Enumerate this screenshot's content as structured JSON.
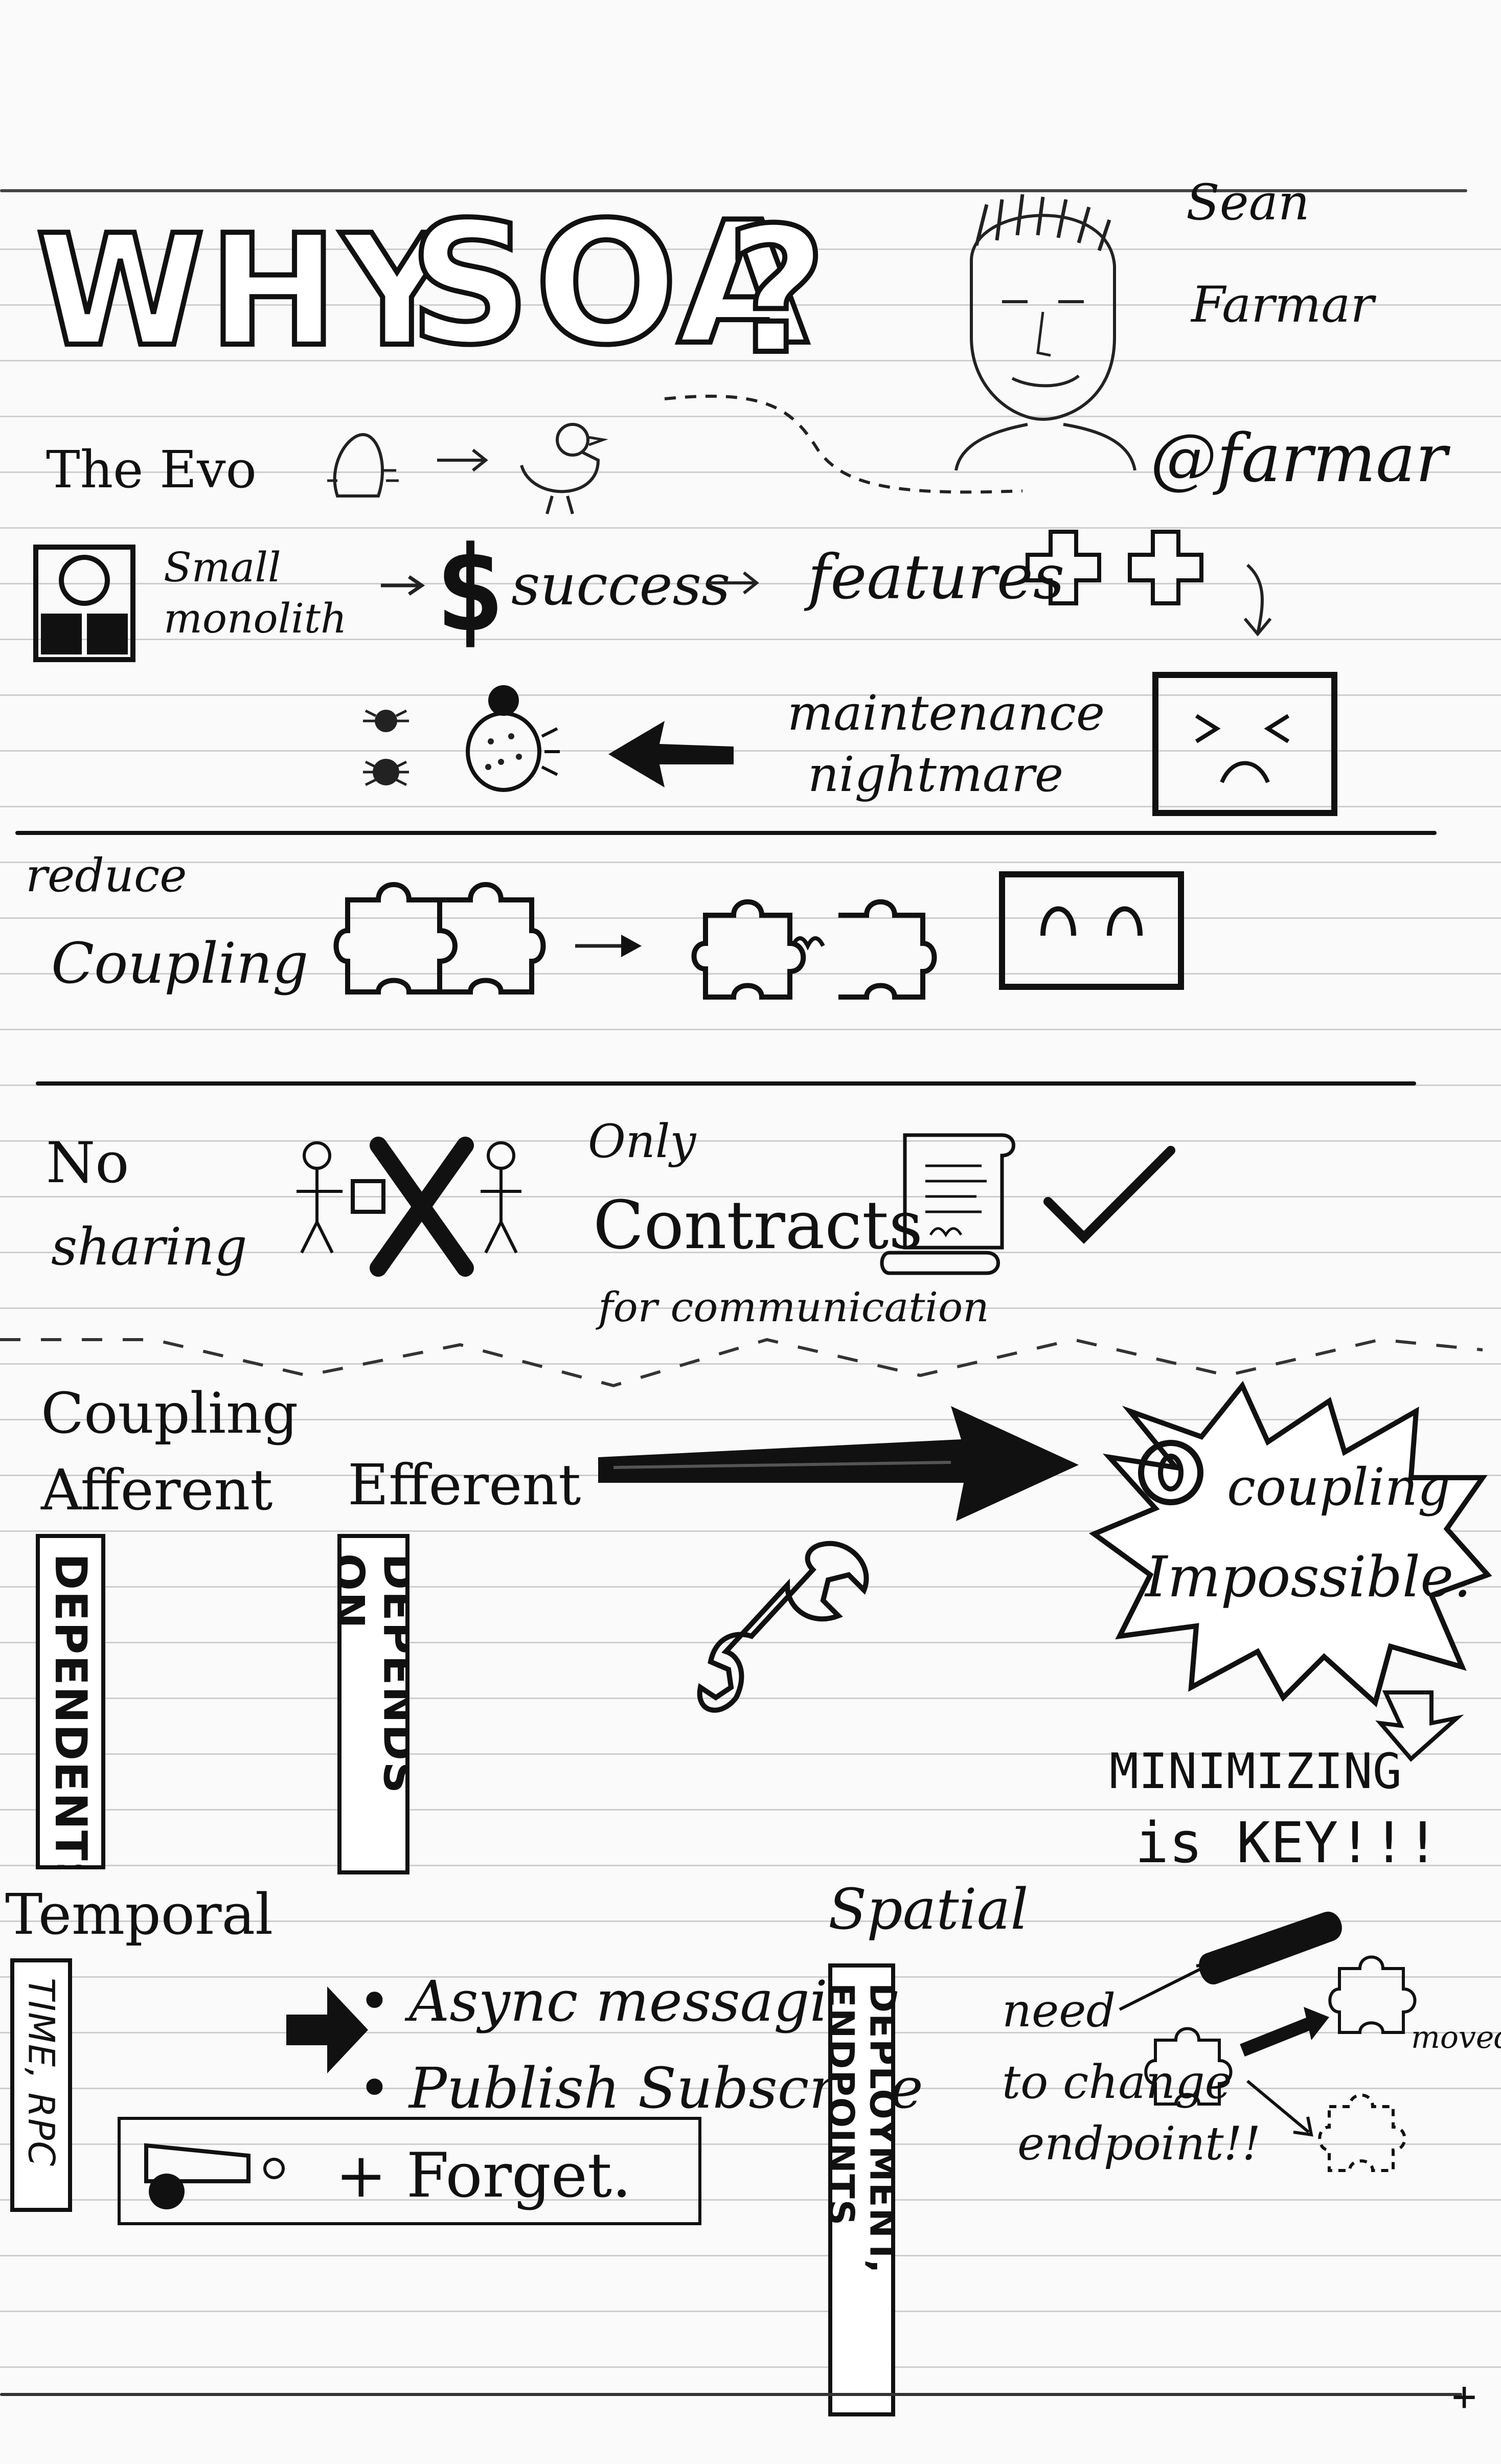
{
  "title": {
    "word1": "WHY",
    "word2": "SOA",
    "mark": "?"
  },
  "author": {
    "first": "Sean",
    "last": "Farmar",
    "handle": "@farmar"
  },
  "evo": {
    "label": "The Evo"
  },
  "flow1": {
    "start": "Small monolith",
    "success": "success",
    "features": "features"
  },
  "flow2": {
    "line1": "maintenance",
    "line2": "nightmare"
  },
  "reduce": {
    "line1": "reduce",
    "line2": "Coupling"
  },
  "no_sharing": {
    "line1": "No",
    "line2": "sharing"
  },
  "contracts": {
    "line1": "Only",
    "line2": "Contracts",
    "line3": "for communication"
  },
  "coupling_section": {
    "heading": "Coupling",
    "afferent": "Afferent",
    "efferent": "Efferent",
    "afferent_banner": "DEPENDENTS",
    "efferent_banner": "DEPENDS ON",
    "burst_line1": "coupling",
    "burst_line2": "Impossible.",
    "minimizing_line1": "MINIMIZING",
    "minimizing_line2": "is KEY!!!"
  },
  "temporal": {
    "heading": "Temporal",
    "banner": "TIME, RPC",
    "bullet1": "Async messaging",
    "bullet2": "Publish Subscribe",
    "fire_forget": "+ Forget."
  },
  "spatial": {
    "heading": "Spatial",
    "banner": "DEPLOYMENT, ENDPOINTS",
    "note_line1": "need",
    "note_line2": "to change",
    "note_line3": "endpoint!!",
    "moved": "moved"
  }
}
